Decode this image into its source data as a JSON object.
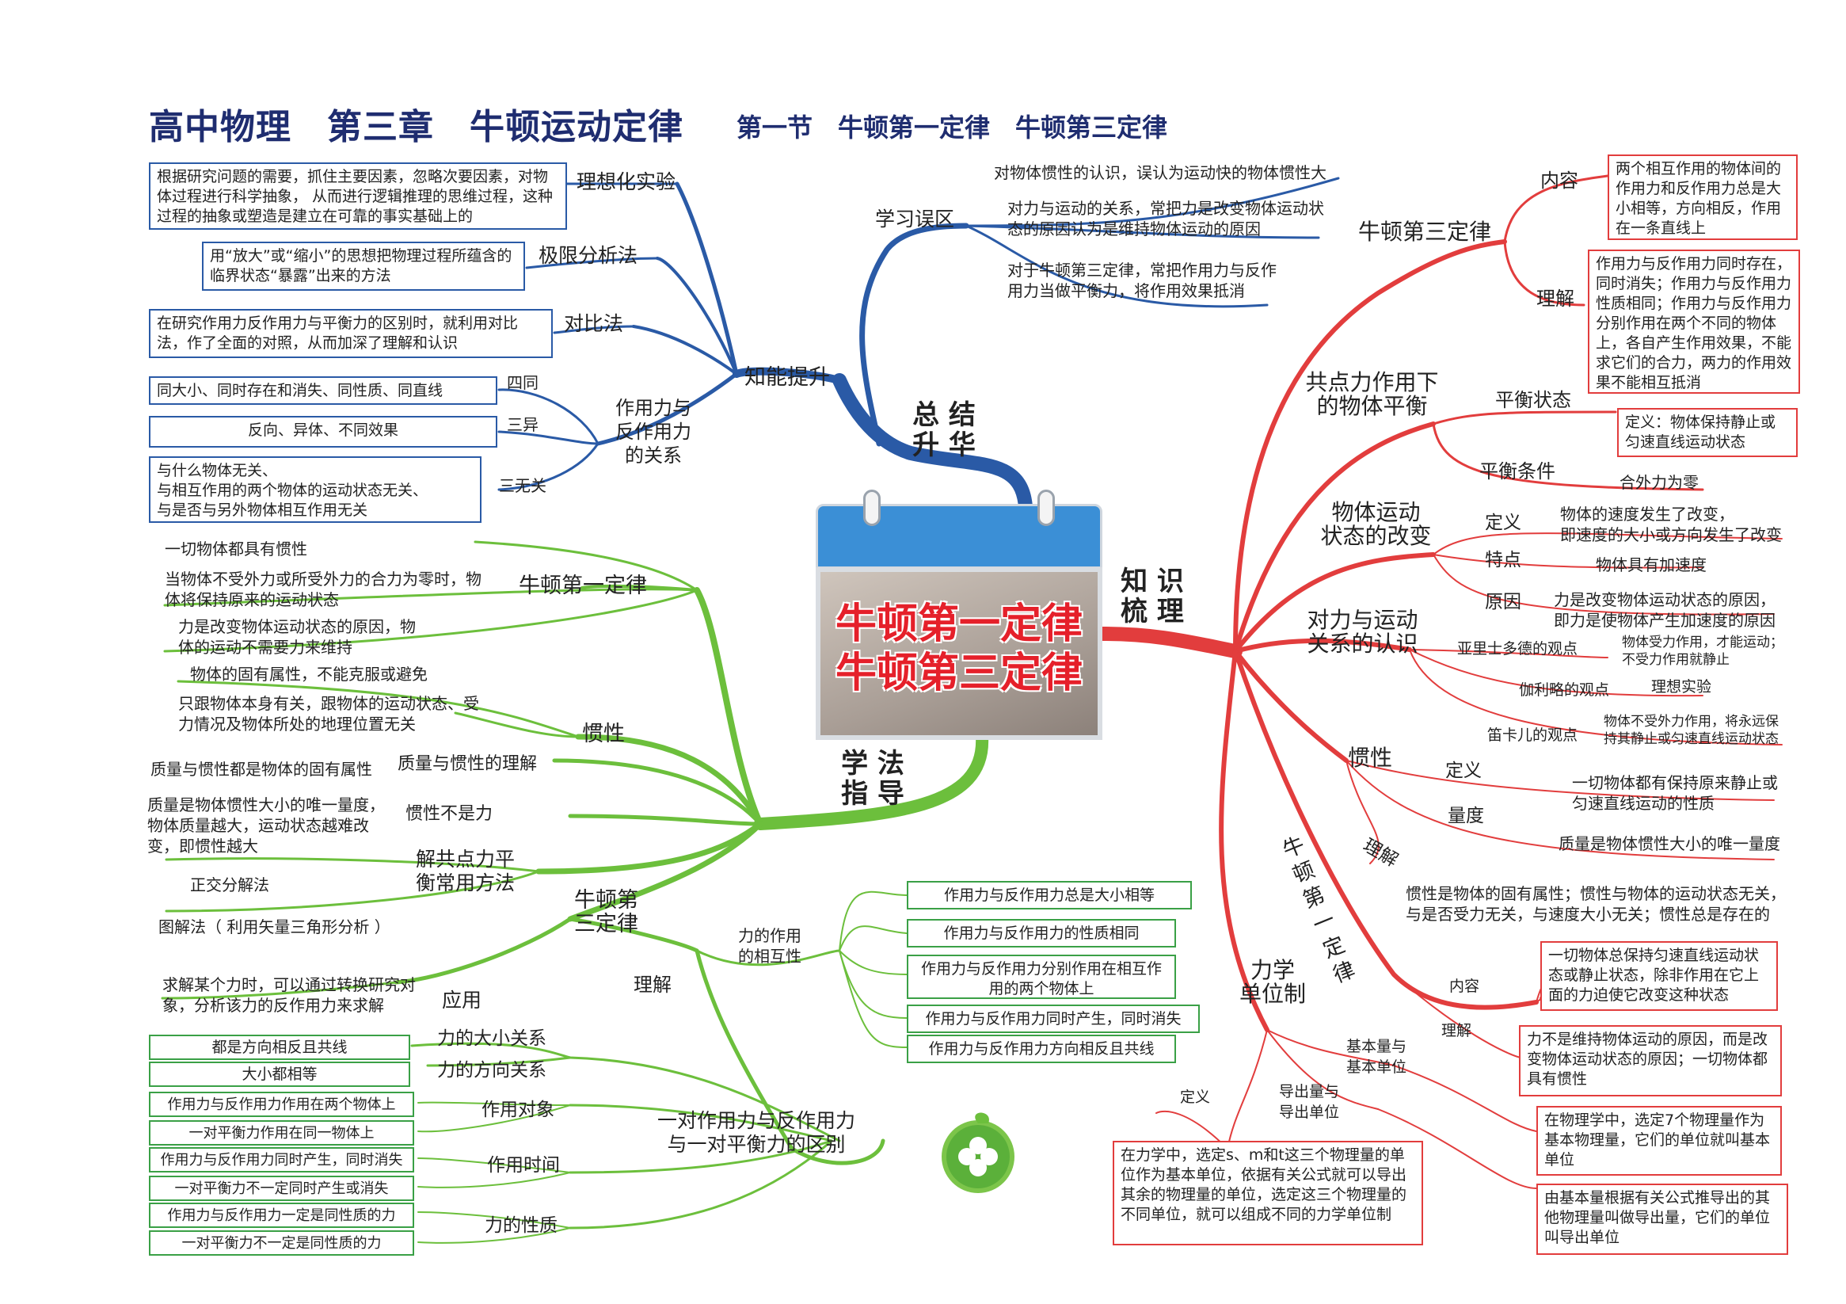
{
  "header": {
    "title": "高中物理　第三章　牛顿运动定律",
    "subtitle": "第一节　牛顿第一定律　牛顿第三定律"
  },
  "center": {
    "line1": "牛顿第一定律",
    "line2": "牛顿第三定律"
  },
  "colors": {
    "blue": "#2a5aa6",
    "green": "#6cbf3c",
    "red": "#e23d3d",
    "title": "#1f2d70"
  },
  "branches": {
    "summary": "总 结\n升 华",
    "knowledge": "知 识\n梳 理",
    "method": "学 法\n指 导"
  },
  "blue": {
    "skill": "知能提升",
    "idealization": {
      "label": "理想化实验",
      "text": "根据研究问题的需要，抓住主要因素，忽略次要因素，对物体过程进行科学抽象， 从而进行逻辑推理的思维过程，这种过程的抽象或塑造是建立在可靠的事实基础上的"
    },
    "limit": {
      "label": "极限分析法",
      "text": "用“放大”或“缩小”的思想把物理过程所蕴含的临界状态“暴露”出来的方法"
    },
    "contrast": {
      "label": "对比法",
      "text": "在研究作用力反作用力与平衡力的区别时，就利用对比法，作了全面的对照，从而加深了理解和认识"
    },
    "relation": {
      "label": "作用力与\n反作用力\n的关系",
      "four": {
        "label": "四同",
        "text": "同大小、同时存在和消失、同性质、同直线"
      },
      "three_diff": {
        "label": "三异",
        "text": "反向、异体、不同效果"
      },
      "three_none": {
        "label": "三无关",
        "text": "与什么物体无关、\n与相互作用的两个物体的运动状态无关、\n与是否与另外物体相互作用无关"
      }
    },
    "mistakes": {
      "label": "学习误区",
      "m1": "对物体惯性的认识，误认为运动快的物体惯性大",
      "m2": "对力与运动的关系，常把力是改变物体运动状态的原因认为是维持物体运动的原因",
      "m3": "对于牛顿第三定律，常把作用力与反作用力当做平衡力，将作用效果抵消"
    }
  },
  "green": {
    "first_law": {
      "label": "牛顿第一定律",
      "i1": "一切物体都具有惯性",
      "i2": "当物体不受外力或所受外力的合力为零时，物体将保持原来的运动状态",
      "i3": "力是改变物体运动状态的原因，物体的运动不需要力来维持"
    },
    "inertia": {
      "label": "惯性",
      "i1": "物体的固有属性，不能克服或避免",
      "i2": "只跟物体本身有关，跟物体的运动状态、受力情况及物体所处的地理位置无关",
      "mass_label": "质量与惯性的理解",
      "mass_text": "质量与惯性都是物体的固有属性",
      "notforce_label": "惯性不是力",
      "notforce_text": "质量是物体惯性大小的唯一量度，物体质量越大，运动状态越难改变，即惯性越大"
    },
    "equilibrium": {
      "label": "解共点力平\n衡常用方法",
      "i1": "正交分解法",
      "i2": "图解法（ 利用矢量三角形分析 ）"
    },
    "third_law": {
      "label": "牛顿第\n三定律",
      "apply_label": "应用",
      "apply_text": "求解某个力时，可以通过转换研究对象，分析该力的反作用力来求解",
      "understand": "理解",
      "mutual": "力的作用\n的相互性",
      "m1": "作用力与反作用力总是大小相等",
      "m2": "作用力与反作用力的性质相同",
      "m3": "作用力与反作用力分别作用在相互作用的两个物体上",
      "m4": "作用力与反作用力同时产生，同时消失",
      "m5": "作用力与反作用力方向相反且共线"
    },
    "compare": {
      "label": "一对作用力与反作用力\n与一对平衡力的区别",
      "size_label": "力的大小关系",
      "size_text": "大小都相等",
      "dir_label": "力的方向关系",
      "dir_text": "都是方向相反且共线",
      "obj_label": "作用对象",
      "obj1": "作用力与反作用力作用在两个物体上",
      "obj2": "一对平衡力作用在同一物体上",
      "time_label": "作用时间",
      "time1": "作用力与反作用力同时产生，同时消失",
      "time2": "一对平衡力不一定同时产生或消失",
      "nature_label": "力的性质",
      "nature1": "作用力与反作用力一定是同性质的力",
      "nature2": "一对平衡力不一定是同性质的力"
    }
  },
  "red": {
    "third_law": {
      "label": "牛顿第三定律",
      "content_label": "内容",
      "content_text": "两个相互作用的物体间的作用力和反作用力总是大小相等，方向相反，作用在一条直线上",
      "understand_label": "理解",
      "understand_text": "作用力与反作用力同时存在，同时消失；作用力与反作用力性质相同；作用力与反作用力分别作用在两个不同的物体上，各自产生作用效果，不能求它们的合力，两力的作用效果不能相互抵消"
    },
    "balance": {
      "label": "共点力作用下\n的物体平衡",
      "state_label": "平衡状态",
      "state_text": "定义：物体保持静止或匀速直线运动状态",
      "cond_label": "平衡条件",
      "cond_text": "合外力为零"
    },
    "motion_change": {
      "label": "物体运动\n状态的改变",
      "def_label": "定义",
      "def_text": "物体的速度发生了改变，\n即速度的大小或方向发生了改变",
      "feat_label": "特点",
      "feat_text": "物体具有加速度",
      "cause_label": "原因",
      "cause_text": "力是改变物体运动状态的原因，\n即力是使物体产生加速度的原因"
    },
    "force_motion": {
      "label": "对力与运动\n关系的认识",
      "aris_label": "亚里士多德的观点",
      "aris_text": "物体受力作用，才能运动；\n不受力作用就静止",
      "gal_label": "伽利略的观点",
      "gal_text": "理想实验",
      "desc_label": "笛卡儿的观点",
      "desc_text": "物体不受外力作用，将永远保\n持其静止或匀速直线运动状态"
    },
    "inertia": {
      "label": "惯性",
      "def_label": "定义",
      "def_text": "一切物体都有保持原来静止或\n匀速直线运动的性质",
      "measure_label": "量度",
      "measure_text": "质量是物体惯性大小的唯一量度",
      "under_label": "理解",
      "under_text": "惯性是物体的固有属性；惯性与物体的运动状态无关，\n与是否受力无关，与速度大小无关；惯性总是存在的"
    },
    "first_law": {
      "label": "牛\n顿\n第\n一\n定\n律",
      "content_label": "内容",
      "content_text": "一切物体总保持匀速直线运动状态或静止状态，除非作用在它上面的力迫使它改变这种状态",
      "under_label": "理解",
      "under_text": "力不是维持物体运动的原因，而是改变物体运动状态的原因；一切物体都具有惯性"
    },
    "units": {
      "label": "力学\n单位制",
      "def_label": "定义",
      "def_text": "在力学中，选定s、m和t这三个物理量的单位作为基本单位，依据有关公式就可以导出其余的物理量的单位，选定这三个物理量的不同单位，就可以组成不同的力学单位制",
      "base_label": "基本量与\n基本单位",
      "base_text": "在物理学中，选定7个物理量作为基本物理量，它们的单位就叫基本单位",
      "derived_label": "导出量与\n导出单位",
      "derived_text": "由基本量根据有关公式推导出的其他物理量叫做导出量，它们的单位叫导出单位"
    }
  }
}
